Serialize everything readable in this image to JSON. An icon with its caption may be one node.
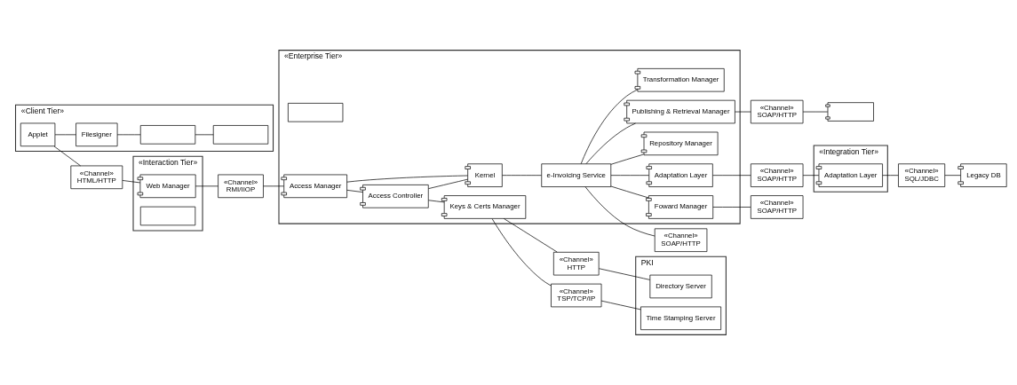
{
  "diagram": {
    "nodes": [
      {
        "text": [
          "«Client Tier»"
        ]
      },
      {
        "text": [
          "Applet"
        ],
        "in": 0
      },
      {
        "text": [
          "Filesigner"
        ],
        "in": 0
      },
      {
        "text": [],
        "shape": "box",
        "in": 0
      },
      {
        "text": [],
        "shape": "box",
        "in": 0
      },
      {
        "text": [
          "«Channel»",
          "HTML/HTTP"
        ]
      },
      {
        "text": [
          "«Interaction Tier»"
        ]
      },
      {
        "text": [
          "Web Manager"
        ],
        "in": 6
      },
      {
        "text": [],
        "shape": "box",
        "in": 6
      },
      {
        "text": [
          "«Channel»",
          "RMI/IIOP"
        ]
      },
      {
        "text": [
          "«Enterprise Tier»"
        ]
      },
      {
        "text": [],
        "shape": "box",
        "in": 10
      },
      {
        "text": [
          "Access Controller"
        ],
        "in": 10
      },
      {
        "text": [
          "Access Manager"
        ],
        "in": 10
      },
      {
        "text": [
          "Keys & Certs Manager"
        ],
        "in": 10
      },
      {
        "text": [
          "Kernel"
        ],
        "in": 10
      },
      {
        "text": [
          "Publishing & Retrieval Manager"
        ],
        "in": 10
      },
      {
        "text": [
          "Adaptation Layer"
        ],
        "in": 10
      },
      {
        "text": [
          "e-Invoicing Service"
        ],
        "in": 10
      },
      {
        "text": [
          "Repository Manager"
        ],
        "in": 10
      },
      {
        "text": [
          "Foward Manager"
        ],
        "in": 10
      },
      {
        "text": [
          "Transformation Manager"
        ],
        "in": 10
      },
      {
        "text": [
          "«Channel»",
          "HTTP"
        ]
      },
      {
        "text": [
          "«Channel»",
          "TSP/TCP/IP"
        ]
      },
      {
        "text": [
          "PKI"
        ]
      },
      {
        "text": [
          "Directory Server"
        ],
        "in": 24
      },
      {
        "text": [
          "Time Stamping Server"
        ],
        "in": 24
      },
      {
        "text": [
          "«Channel»",
          "SOAP/HTTP"
        ]
      },
      {
        "text": [],
        "shape": "component"
      },
      {
        "text": [
          "«Channel»",
          "SOAP/HTTP"
        ]
      },
      {
        "text": [
          "«Integration Tier»"
        ]
      },
      {
        "text": [
          "Adaptation Layer"
        ],
        "in": 30
      },
      {
        "text": [
          "«Channel»",
          "SQL/JDBC"
        ]
      },
      {
        "text": [
          "Legacy DB"
        ]
      },
      {
        "text": [
          "«Channel»",
          "SOAP/HTTP"
        ]
      },
      {
        "text": [
          "«Channel»",
          "SOAP/HTTP"
        ]
      }
    ],
    "edges": [
      {
        "from": 1,
        "to": 5,
        "arrow": "none"
      },
      {
        "from": 5,
        "to": 7,
        "arrow": "none"
      },
      {
        "from": 1,
        "to": 2,
        "arrow": "none"
      },
      {
        "from": 2,
        "to": 3,
        "arrow": "none"
      },
      {
        "from": 3,
        "to": 4,
        "arrow": "none"
      },
      {
        "from": 7,
        "to": 9,
        "arrow": "none"
      },
      {
        "from": 9,
        "to": 13,
        "arrow": "none"
      },
      {
        "from": 13,
        "to": 12,
        "arrow": "none"
      },
      {
        "from": 13,
        "to": 15,
        "arrow": "none"
      },
      {
        "from": 12,
        "to": 15,
        "arrow": "none"
      },
      {
        "from": 15,
        "to": 18,
        "arrow": "none"
      },
      {
        "from": 12,
        "to": 14,
        "arrow": "none"
      },
      {
        "from": 14,
        "to": 22,
        "arrow": "none"
      },
      {
        "from": 14,
        "to": 23,
        "arrow": "none"
      },
      {
        "from": 22,
        "to": 25,
        "arrow": "none"
      },
      {
        "from": 23,
        "to": 26,
        "arrow": "none"
      },
      {
        "from": 18,
        "to": 16,
        "arrow": "none"
      },
      {
        "from": 18,
        "to": 17,
        "arrow": "none"
      },
      {
        "from": 18,
        "to": 19,
        "arrow": "none"
      },
      {
        "from": 18,
        "to": 21,
        "arrow": "none"
      },
      {
        "from": 18,
        "to": 20,
        "arrow": "none"
      },
      {
        "from": 18,
        "to": 34,
        "arrow": "none"
      },
      {
        "from": 20,
        "to": 35,
        "arrow": "none"
      },
      {
        "from": 16,
        "to": 27,
        "arrow": "none"
      },
      {
        "from": 27,
        "to": 28,
        "arrow": "none"
      },
      {
        "from": 17,
        "to": 29,
        "arrow": "none"
      },
      {
        "from": 29,
        "to": 31,
        "arrow": "none"
      },
      {
        "from": 31,
        "to": 32,
        "arrow": "none"
      },
      {
        "from": 32,
        "to": 33,
        "arrow": "none"
      }
    ]
  }
}
